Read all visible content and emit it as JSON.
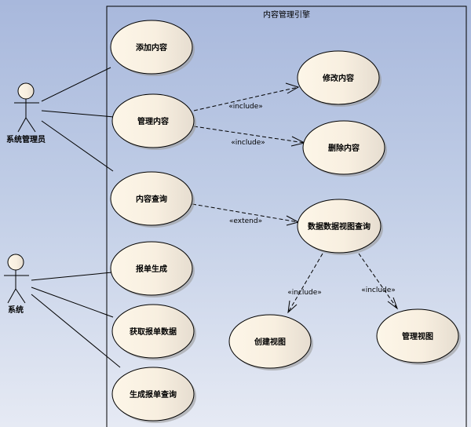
{
  "diagram": {
    "type": "uml-use-case",
    "system_boundary": {
      "title": "内容管理引擎"
    },
    "actors": [
      {
        "id": "admin",
        "label": "系统管理员"
      },
      {
        "id": "system",
        "label": "系统"
      }
    ],
    "use_cases": [
      {
        "id": "add",
        "label": "添加内容"
      },
      {
        "id": "manage",
        "label": "管理内容"
      },
      {
        "id": "query",
        "label": "内容查询"
      },
      {
        "id": "report_gen",
        "label": "报单生成"
      },
      {
        "id": "fetch",
        "label": "获取报单数据"
      },
      {
        "id": "gen_query",
        "label": "生成报单查询"
      },
      {
        "id": "modify",
        "label": "修改内容"
      },
      {
        "id": "delete",
        "label": "删除内容"
      },
      {
        "id": "dataview",
        "label": "数据数据视图查询"
      },
      {
        "id": "create_view",
        "label": "创建视图"
      },
      {
        "id": "manage_view",
        "label": "管理视图"
      }
    ],
    "associations": [
      {
        "from": "admin",
        "to": "add"
      },
      {
        "from": "admin",
        "to": "manage"
      },
      {
        "from": "admin",
        "to": "query"
      },
      {
        "from": "system",
        "to": "report_gen"
      },
      {
        "from": "system",
        "to": "fetch"
      },
      {
        "from": "system",
        "to": "gen_query"
      }
    ],
    "dependencies": [
      {
        "from": "manage",
        "to": "modify",
        "stereotype": "«include»"
      },
      {
        "from": "manage",
        "to": "delete",
        "stereotype": "«include»"
      },
      {
        "from": "query",
        "to": "dataview",
        "stereotype": "«extend»"
      },
      {
        "from": "dataview",
        "to": "create_view",
        "stereotype": "«include»"
      },
      {
        "from": "dataview",
        "to": "manage_view",
        "stereotype": "«include»"
      }
    ],
    "colors": {
      "usecase_fill_light": "#fbf3e4",
      "usecase_fill_dark": "#e8e0d2",
      "line": "#000000",
      "shadow": "#9a9a9a"
    }
  }
}
